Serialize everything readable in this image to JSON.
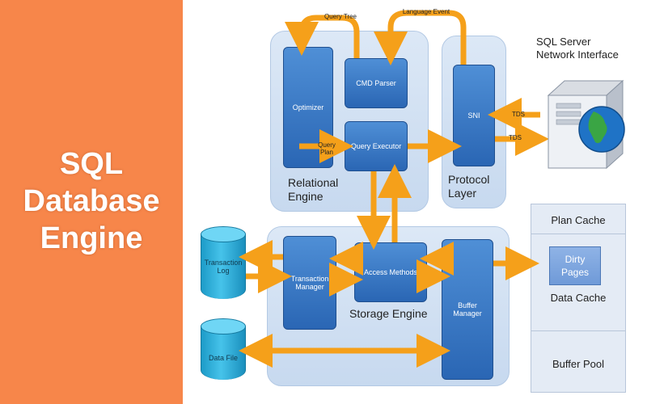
{
  "title_lines": [
    "SQL",
    "Database",
    "Engine"
  ],
  "groups": {
    "relational_lines": [
      "Relational",
      "Engine"
    ],
    "protocol_lines": [
      "Protocol",
      "Layer"
    ],
    "storage": "Storage Engine"
  },
  "blocks": {
    "optimizer": "Optimizer",
    "cmd_parser": "CMD Parser",
    "query_executor": "Query Executor",
    "sni": "SNI",
    "transaction_manager": "Transaction Manager",
    "access_methods": "Access Methods",
    "buffer_manager": "Buffer Manager"
  },
  "stores": {
    "transaction_log": "Transaction Log",
    "data_file": "Data File"
  },
  "arrow_labels": {
    "query_tree": "Query Tree",
    "language_event": "Language Event",
    "query_plan": "Query Plan",
    "tds_in": "TDS",
    "tds_out": "TDS"
  },
  "network": {
    "label_lines": [
      "SQL Server",
      "Network Interface"
    ]
  },
  "buffer_pool": {
    "plan_cache": "Plan Cache",
    "dirty_pages_lines": [
      "Dirty",
      "Pages"
    ],
    "data_cache": "Data Cache",
    "buffer_pool": "Buffer Pool"
  },
  "colors": {
    "accent": "#f7864a",
    "block_blue": "#2a66b4",
    "arrow_orange": "#f5a01a",
    "cylinder_cyan": "#2fb0dc"
  }
}
